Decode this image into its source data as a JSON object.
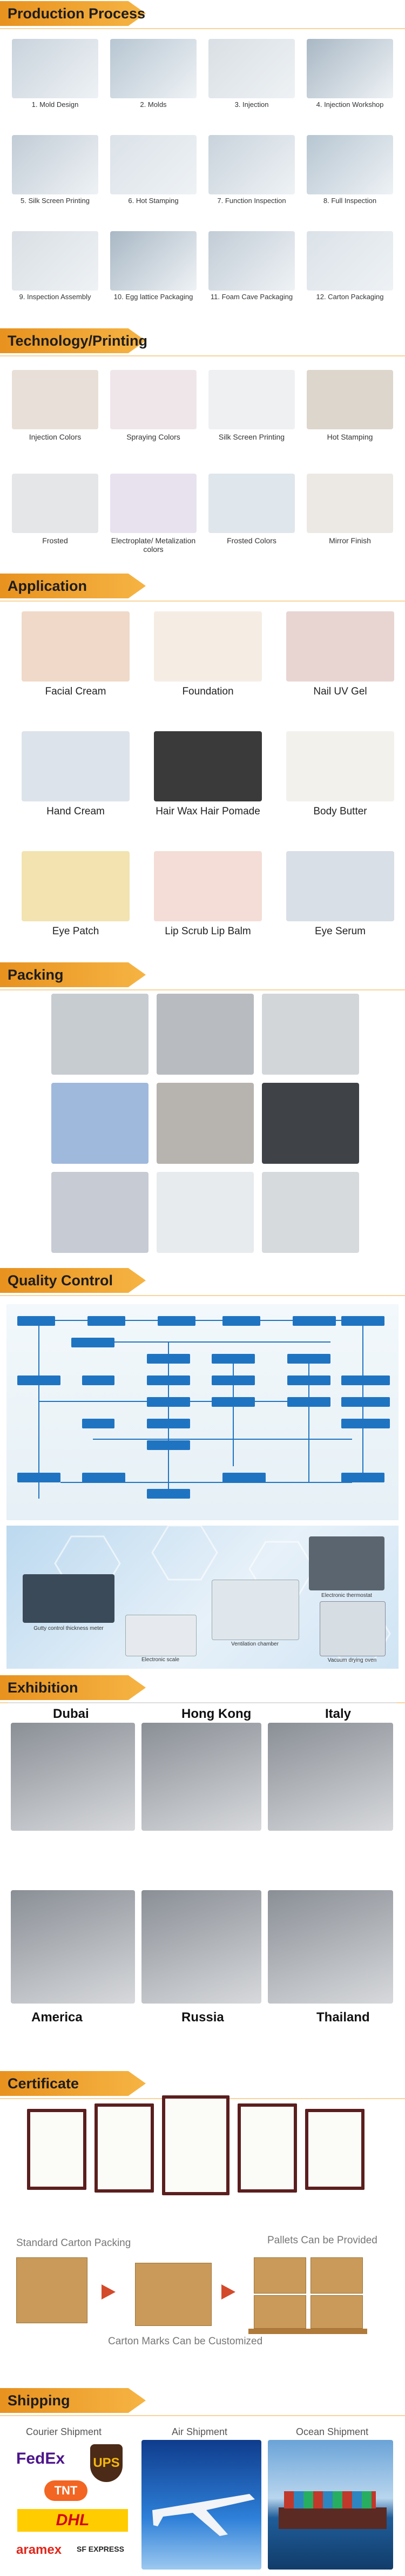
{
  "sections": {
    "production": "Production Process",
    "technology": "Technology/Printing",
    "application": "Application",
    "packing": "Packing",
    "quality": "Quality Control",
    "exhibition": "Exhibition",
    "certificate": "Certificate",
    "shipping": "Shipping"
  },
  "production_steps": [
    "1. Mold Design",
    "2. Molds",
    "3. Injection",
    "4. Injection Workshop",
    "5. Silk Screen Printing",
    "6. Hot Stamping",
    "7. Function Inspection",
    "8. Full Inspection",
    "9. Inspection Assembly",
    "10. Egg lattice Packaging",
    "11. Foam Cave Packaging",
    "12. Carton Packaging"
  ],
  "tech_items": [
    "Injection Colors",
    "Spraying Colors",
    "Silk Screen Printing",
    "Hot Stamping",
    "Frosted",
    "Electroplate/ Metalization colors",
    "Frosted Colors",
    "Mirror Finish"
  ],
  "applications": [
    "Facial Cream",
    "Foundation",
    "Nail UV Gel",
    "Hand Cream",
    "Hair Wax Hair Pomade",
    "Body Butter",
    "Eye Patch",
    "Lip Scrub Lip Balm",
    "Eye Serum"
  ],
  "equipment": [
    "Gutty control thickness meter",
    "Electronic scale",
    "Ventilation chamber",
    "Vacuum drying oven",
    "Electronic thermostat"
  ],
  "cities": [
    "Dubai",
    "Hong Kong",
    "Italy",
    "America",
    "Russia",
    "Thailand"
  ],
  "cert_notes": {
    "carton": "Standard Carton Packing",
    "pallets": "Pallets Can be Provided",
    "marks": "Carton Marks Can be Customized"
  },
  "shipping": {
    "courier": "Courier Shipment",
    "air": "Air Shipment",
    "ocean": "Ocean Shipment",
    "logos": [
      "FedEx",
      "UPS",
      "TNT",
      "DHL",
      "aramex",
      "SF EXPRESS"
    ]
  },
  "colors": {
    "banner": "#f0a030",
    "flow": "#1f74c2"
  }
}
